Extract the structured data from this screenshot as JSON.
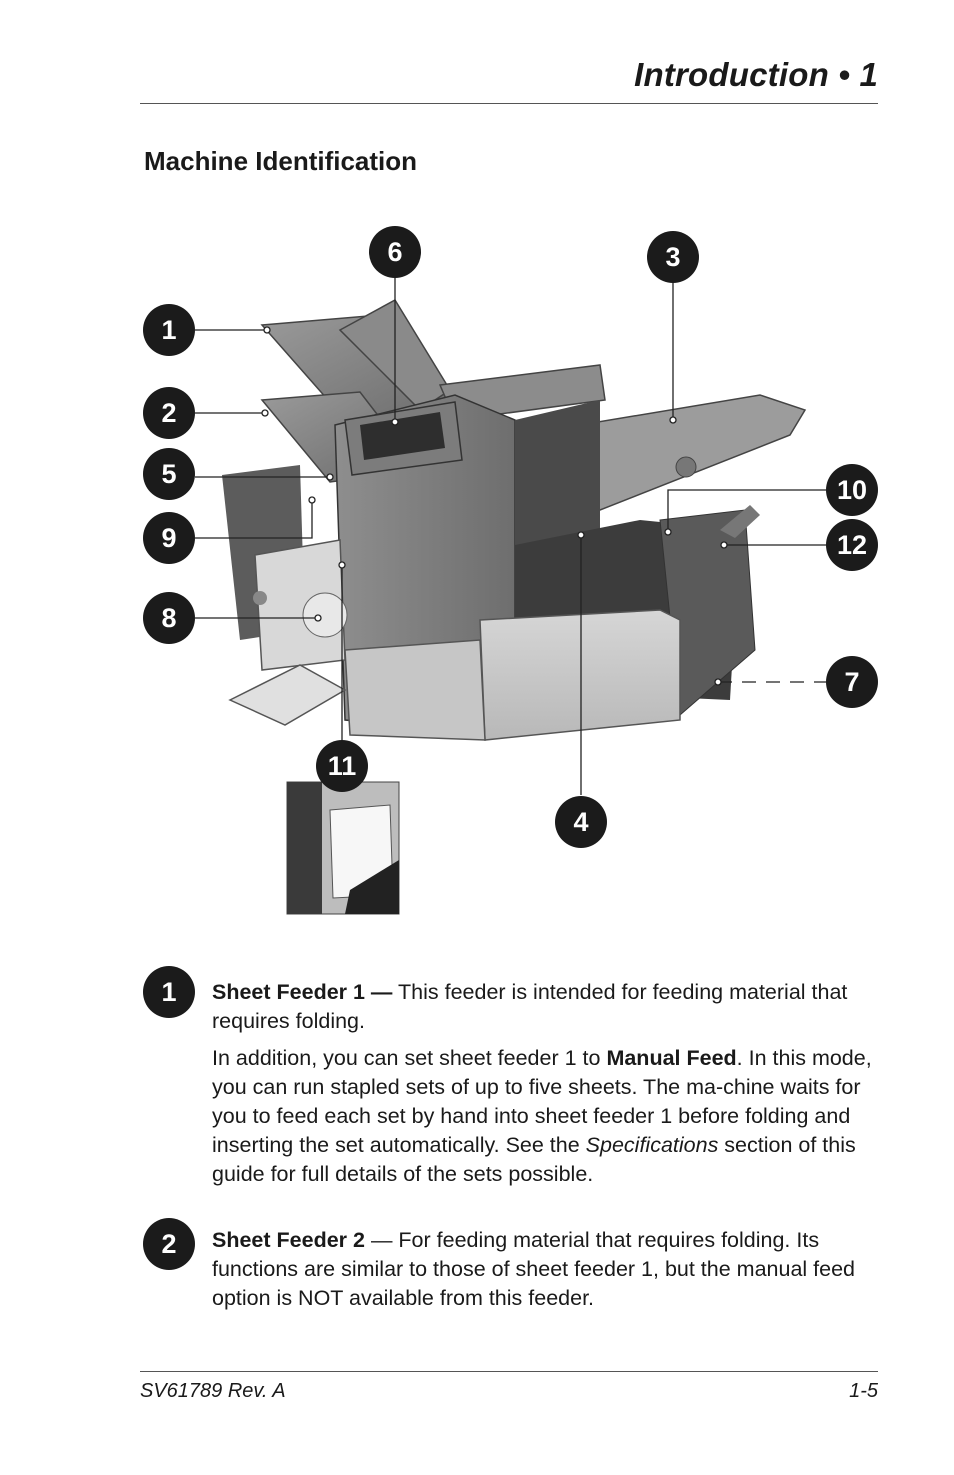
{
  "header": {
    "title": "Introduction • 1"
  },
  "section": {
    "title": "Machine Identification"
  },
  "callouts": {
    "c1": "1",
    "c2": "2",
    "c3": "3",
    "c4": "4",
    "c5": "5",
    "c6": "6",
    "c7": "7",
    "c8": "8",
    "c9": "9",
    "c10": "10",
    "c11": "11",
    "c12": "12"
  },
  "items": [
    {
      "number": "1",
      "heading": "Sheet Feeder 1 —",
      "text": " This feeder is intended for feeding material that requires folding.",
      "para2_a": "In addition, you can set sheet feeder 1 to ",
      "para2_bold": "Manual Feed",
      "para2_b": ". In this mode, you can run stapled sets of up to five sheets. The ma-chine waits for you to feed each set by hand into sheet feeder 1 before folding and inserting the set automatically. See the ",
      "para2_italic": "Specifications",
      "para2_c": " section of this guide for full details of the sets possible."
    },
    {
      "number": "2",
      "heading": "Sheet Feeder 2",
      "text": " — For feeding material that requires folding. Its functions are similar to those of sheet feeder 1, but the manual feed option is NOT available from this feeder."
    }
  ],
  "footer": {
    "left": "SV61789 Rev. A",
    "right": "1-5"
  }
}
